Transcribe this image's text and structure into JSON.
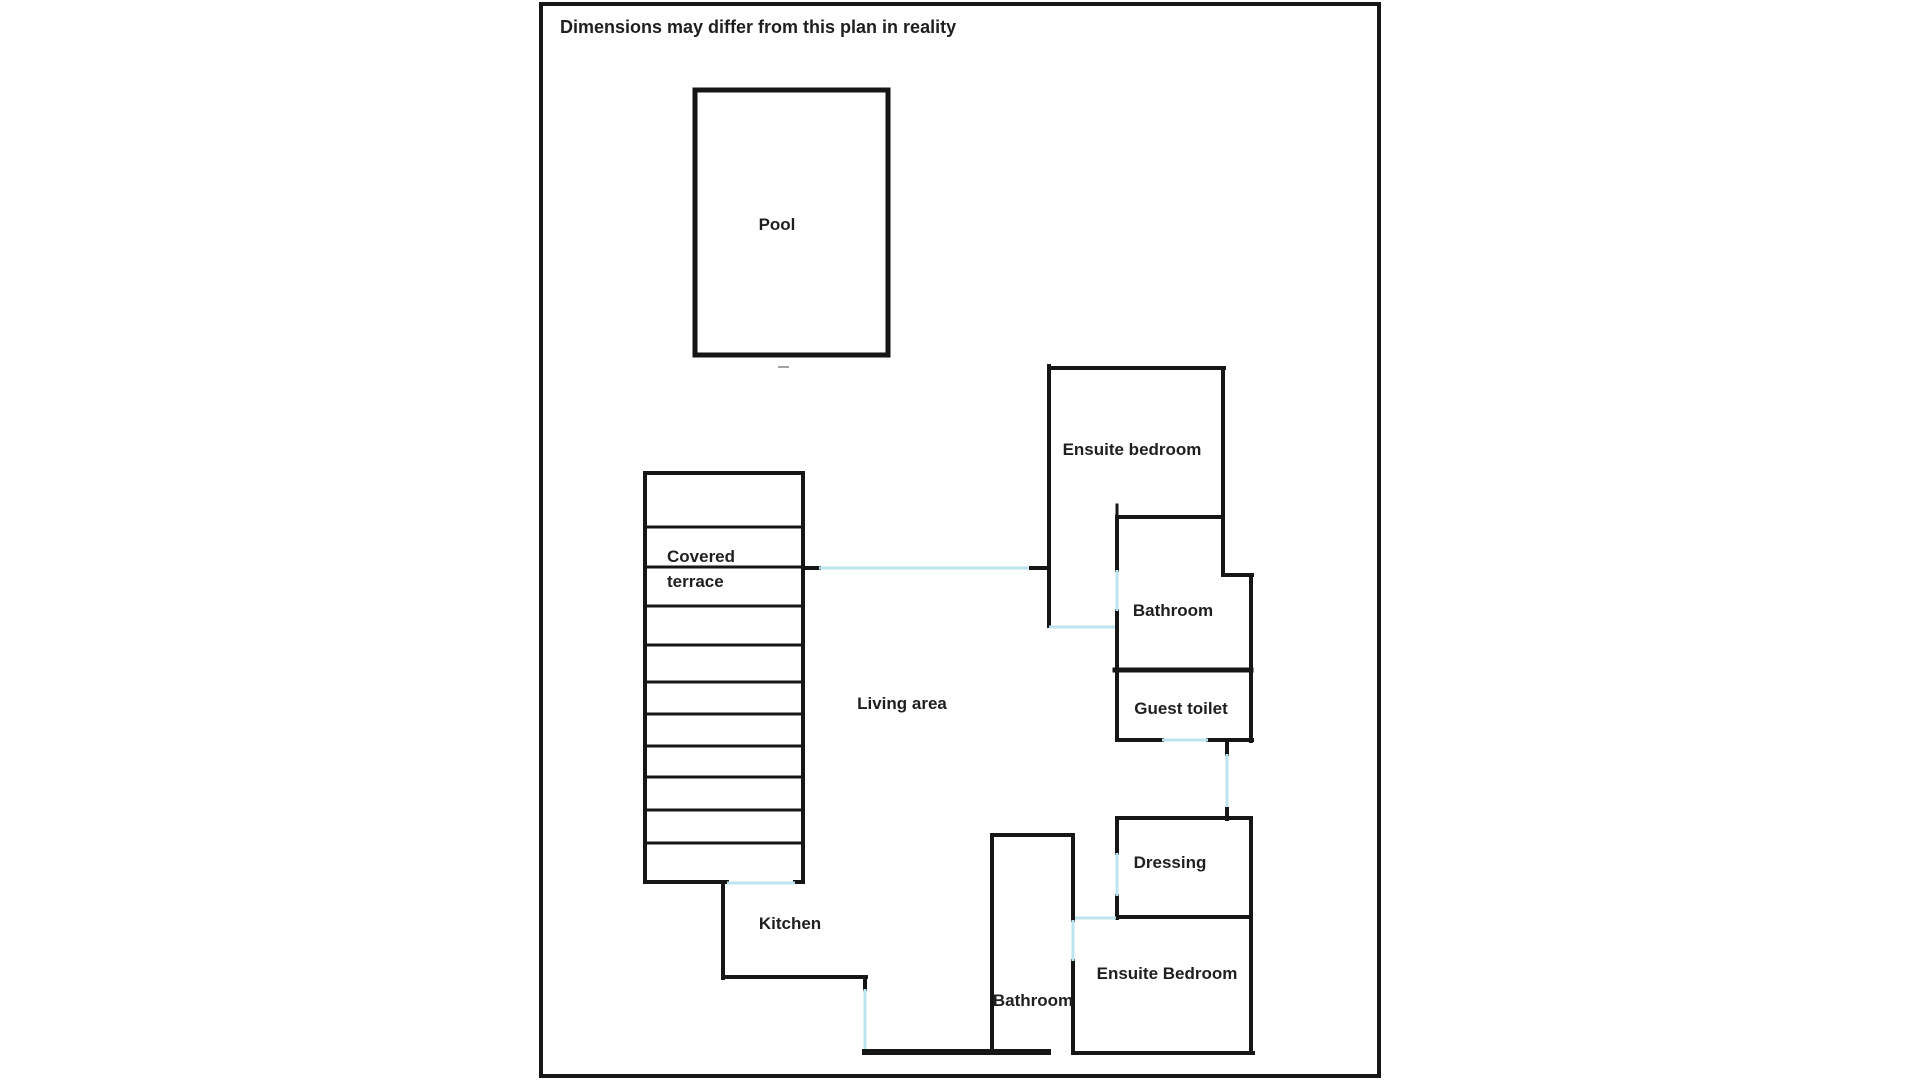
{
  "title": "Dimensions may differ from this plan in reality",
  "rooms": {
    "pool": "Pool",
    "covered_terrace": {
      "line1": "Covered",
      "line2": "terrace"
    },
    "living_area": "Living area",
    "ensuite_bedroom_top": "Ensuite bedroom",
    "bathroom_top": "Bathroom",
    "guest_toilet": "Guest toilet",
    "dressing": "Dressing",
    "ensuite_bedroom_bottom": "Ensuite Bedroom",
    "bathroom_bottom": "Bathroom",
    "kitchen": "Kitchen"
  },
  "colors": {
    "wall": "#161616",
    "door": "#bde4ee",
    "text": "#1f1f1f",
    "dash": "#a2a2a2",
    "background": "#ffffff"
  }
}
